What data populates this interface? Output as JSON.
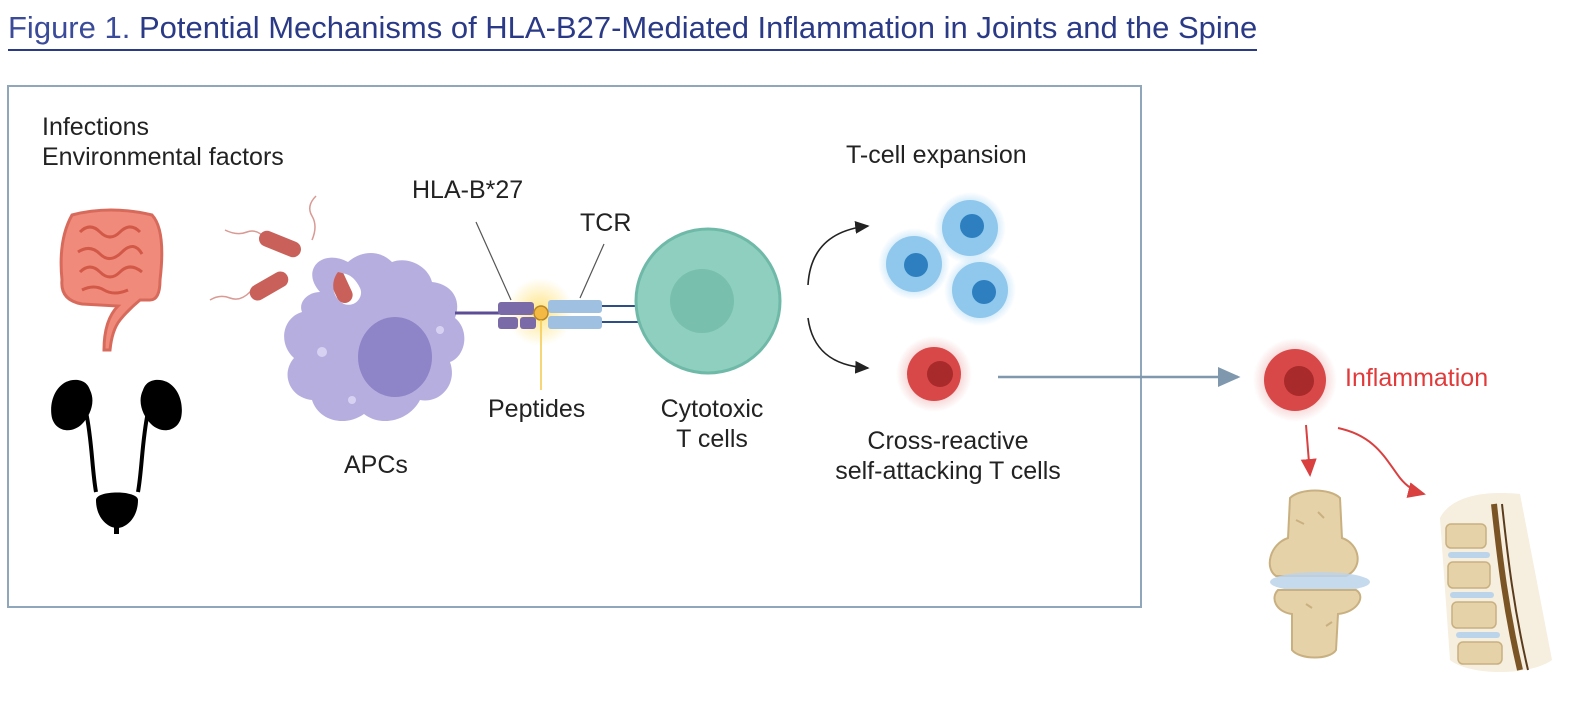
{
  "figure": {
    "prefix": "Figure 1.",
    "title": "Potential Mechanisms of HLA-B27-Mediated Inflammation in Joints and the Spine"
  },
  "labels": {
    "infections": "Infections",
    "environmental": "Environmental factors",
    "hla": "HLA-B*27",
    "tcr": "TCR",
    "peptides": "Peptides",
    "apcs": "APCs",
    "cytotoxic_line1": "Cytotoxic",
    "cytotoxic_line2": "T cells",
    "expansion": "T-cell expansion",
    "cross_line1": "Cross-reactive",
    "cross_line2": "self-attacking T cells",
    "inflammation": "Inflammation"
  },
  "colors": {
    "title": "#2a3a86",
    "box_border": "#8fa6bb",
    "apc": "#b7aee0",
    "cytotoxic": "#8fcfbf",
    "expansion_cell": "#8fc8ec",
    "self_attacking_cell": "#d94848",
    "inflammation_text": "#e03a3a",
    "bacteria": "#c9605a"
  },
  "icons": [
    "intestine-icon",
    "urinary-tract-icon",
    "bacteria-icon",
    "knee-joint-icon",
    "spine-icon"
  ]
}
